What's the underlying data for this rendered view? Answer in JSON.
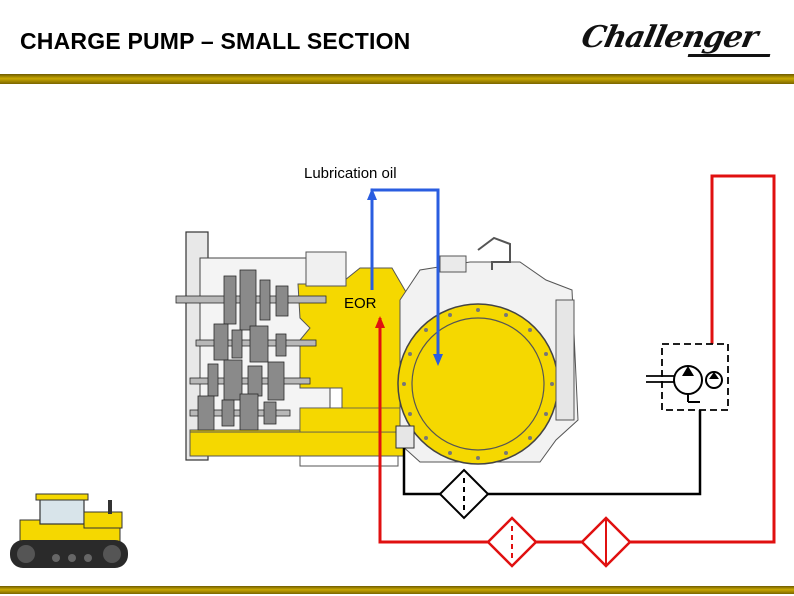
{
  "header": {
    "title": "CHARGE PUMP – SMALL SECTION",
    "logo_text": "Challenger"
  },
  "diagram": {
    "label_lubrication": "Lubrication oil",
    "label_eor": "EOR"
  },
  "colors": {
    "housing_yellow": "#f5d800",
    "pressure_line": "#e01010",
    "lubrication_line": "#2a5de0",
    "return_line": "#000000",
    "rule_gold": "#c9a800"
  }
}
